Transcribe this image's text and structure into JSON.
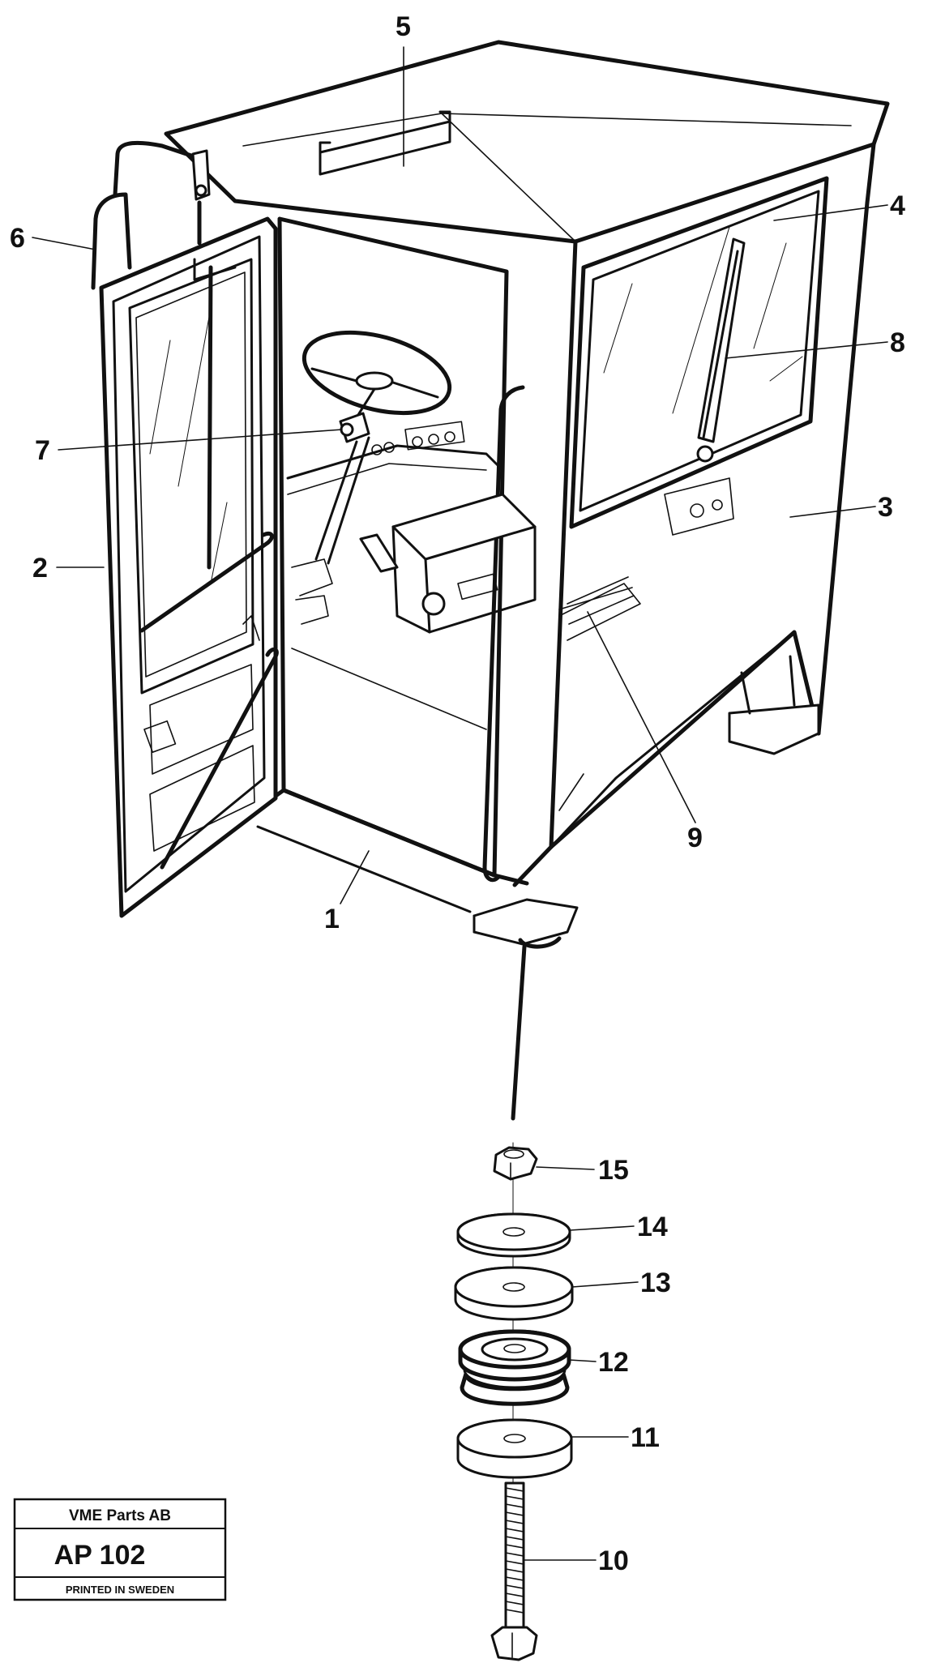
{
  "diagram": {
    "callouts": [
      {
        "id": "1",
        "text": "1"
      },
      {
        "id": "2",
        "text": "2"
      },
      {
        "id": "3",
        "text": "3"
      },
      {
        "id": "4",
        "text": "4"
      },
      {
        "id": "5",
        "text": "5"
      },
      {
        "id": "6",
        "text": "6"
      },
      {
        "id": "7",
        "text": "7"
      },
      {
        "id": "8",
        "text": "8"
      },
      {
        "id": "9",
        "text": "9"
      },
      {
        "id": "10",
        "text": "10"
      },
      {
        "id": "11",
        "text": "11"
      },
      {
        "id": "12",
        "text": "12"
      },
      {
        "id": "13",
        "text": "13"
      },
      {
        "id": "14",
        "text": "14"
      },
      {
        "id": "15",
        "text": "15"
      }
    ]
  },
  "title_box": {
    "company": "VME Parts AB",
    "code": "AP 102",
    "footer": "PRINTED IN SWEDEN"
  }
}
